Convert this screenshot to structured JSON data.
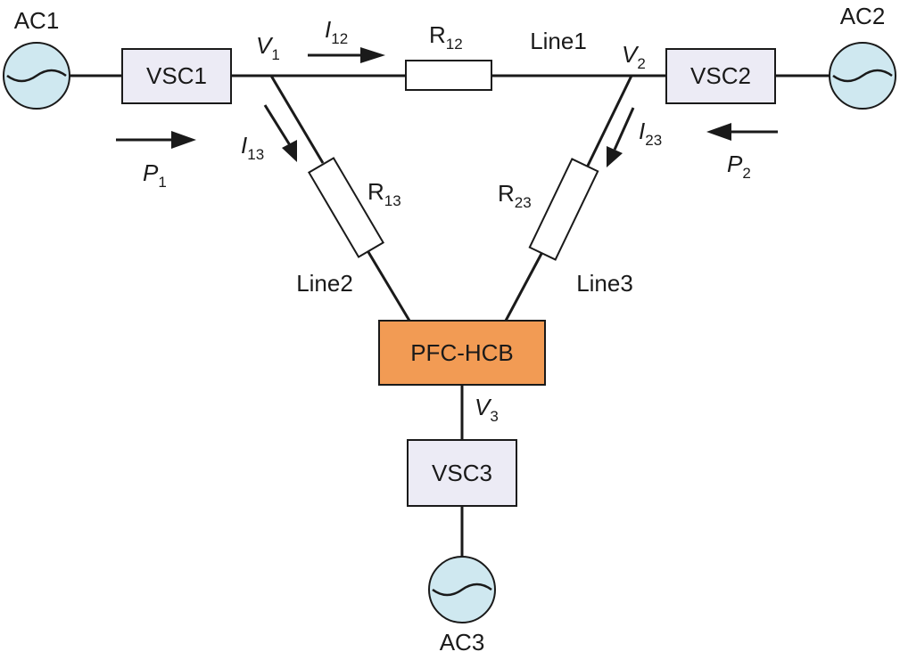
{
  "colors": {
    "converter_fill": "#ecebf5",
    "breaker_fill": "#f29b54",
    "source_fill": "#cfe8f0",
    "line": "#1a1a1a"
  },
  "sources": {
    "ac1": "AC1",
    "ac2": "AC2",
    "ac3": "AC3"
  },
  "converters": {
    "vsc1": "VSC1",
    "vsc2": "VSC2",
    "vsc3": "VSC3"
  },
  "breaker": "PFC-HCB",
  "lines": {
    "line1": "Line1",
    "line2": "Line2",
    "line3": "Line3"
  },
  "resistors": {
    "r12": {
      "base": "R",
      "sub": "12"
    },
    "r13": {
      "base": "R",
      "sub": "13"
    },
    "r23": {
      "base": "R",
      "sub": "23"
    }
  },
  "voltages": {
    "v1": {
      "base": "V",
      "sub": "1"
    },
    "v2": {
      "base": "V",
      "sub": "2"
    },
    "v3": {
      "base": "V",
      "sub": "3"
    }
  },
  "currents": {
    "i12": {
      "base": "I",
      "sub": "12"
    },
    "i13": {
      "base": "I",
      "sub": "13"
    },
    "i23": {
      "base": "I",
      "sub": "23"
    }
  },
  "powers": {
    "p1": {
      "base": "P",
      "sub": "1"
    },
    "p2": {
      "base": "P",
      "sub": "2"
    }
  }
}
